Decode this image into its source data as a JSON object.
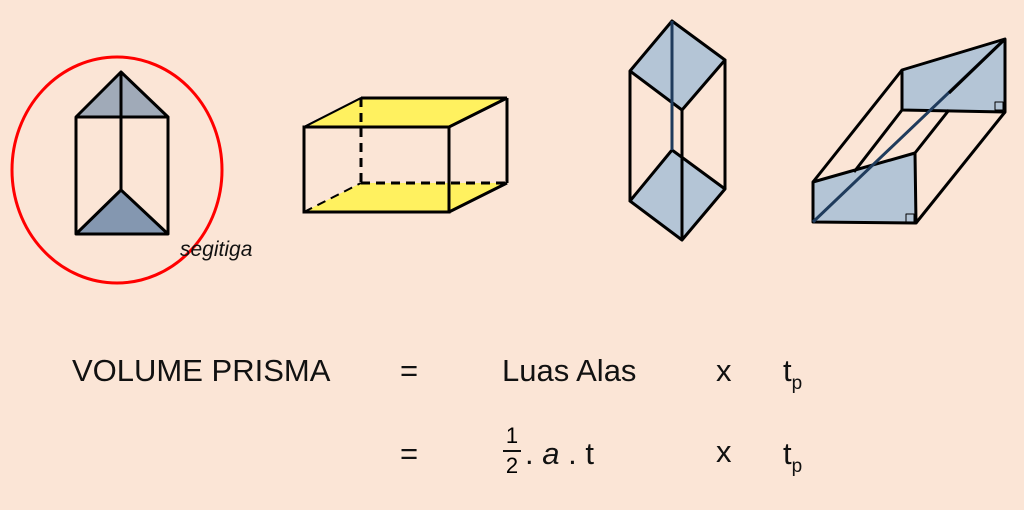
{
  "shapes": [
    {
      "name": "triangular-prism",
      "label": "segitiga",
      "highlighted": true
    },
    {
      "name": "rectangular-prism"
    },
    {
      "name": "rhombus-prism"
    },
    {
      "name": "trapezoid-prism"
    }
  ],
  "colors": {
    "background": "#fbe5d6",
    "highlight_circle": "#ff0000",
    "yellow_face": "#fff15f",
    "blue_face": "#b4c5d6"
  },
  "formula": {
    "lhs": "VOLUME PRISMA",
    "eq": "=",
    "row1": {
      "base": "Luas Alas",
      "times": "x",
      "height": "t",
      "height_sub": "p"
    },
    "row2": {
      "frac_num": "1",
      "frac_den": "2",
      "expr_a": ". ",
      "a": "a",
      "expr_t": " . t",
      "times": "x",
      "height": "t",
      "height_sub": "p"
    }
  }
}
